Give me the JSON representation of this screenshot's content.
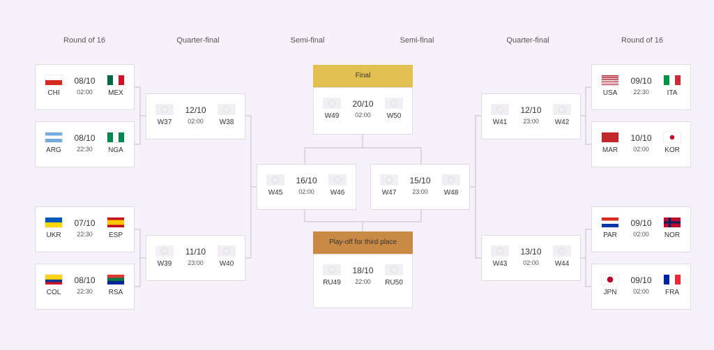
{
  "headers": [
    "Round of 16",
    "Quarter-final",
    "Semi-final",
    "Semi-final",
    "Quarter-final",
    "Round of 16"
  ],
  "final": {
    "label": "Final",
    "color": "#e2c04f",
    "date": "20/10",
    "time": "02:00",
    "home": "W49",
    "away": "W50"
  },
  "third": {
    "label": "Play-off for third place",
    "color": "#c98a45",
    "date": "18/10",
    "time": "22:00",
    "home": "RU49",
    "away": "RU50"
  },
  "matches": [
    {
      "id": "r16-l1",
      "date": "08/10",
      "time": "02:00",
      "home": "CHI",
      "away": "MEX",
      "hf": "chi",
      "af": "mex"
    },
    {
      "id": "r16-l2",
      "date": "08/10",
      "time": "22:30",
      "home": "ARG",
      "away": "NGA",
      "hf": "arg",
      "af": "nga"
    },
    {
      "id": "r16-l3",
      "date": "07/10",
      "time": "22:30",
      "home": "UKR",
      "away": "ESP",
      "hf": "ukr",
      "af": "esp"
    },
    {
      "id": "r16-l4",
      "date": "08/10",
      "time": "22:30",
      "home": "COL",
      "away": "RSA",
      "hf": "col",
      "af": "rsa"
    },
    {
      "id": "qf-l1",
      "date": "12/10",
      "time": "02:00",
      "home": "W37",
      "away": "W38"
    },
    {
      "id": "qf-l2",
      "date": "11/10",
      "time": "23:00",
      "home": "W39",
      "away": "W40"
    },
    {
      "id": "sf-l",
      "date": "16/10",
      "time": "02:00",
      "home": "W45",
      "away": "W46"
    },
    {
      "id": "sf-r",
      "date": "15/10",
      "time": "23:00",
      "home": "W47",
      "away": "W48"
    },
    {
      "id": "qf-r1",
      "date": "12/10",
      "time": "23:00",
      "home": "W41",
      "away": "W42"
    },
    {
      "id": "qf-r2",
      "date": "13/10",
      "time": "02:00",
      "home": "W43",
      "away": "W44"
    },
    {
      "id": "r16-r1",
      "date": "09/10",
      "time": "22:30",
      "home": "USA",
      "away": "ITA",
      "hf": "usa",
      "af": "ita"
    },
    {
      "id": "r16-r2",
      "date": "10/10",
      "time": "02:00",
      "home": "MAR",
      "away": "KOR",
      "hf": "mar",
      "af": "kor"
    },
    {
      "id": "r16-r3",
      "date": "09/10",
      "time": "02:00",
      "home": "PAR",
      "away": "NOR",
      "hf": "par",
      "af": "nor"
    },
    {
      "id": "r16-r4",
      "date": "09/10",
      "time": "02:00",
      "home": "JPN",
      "away": "FRA",
      "hf": "jpn",
      "af": "fra"
    }
  ]
}
